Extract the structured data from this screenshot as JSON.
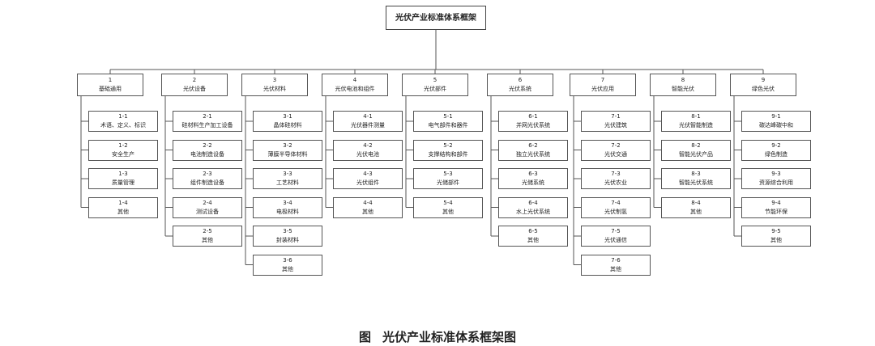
{
  "root": "光伏产业标准体系框架",
  "categories": [
    {
      "num": "1",
      "title": "基础通用",
      "children": [
        {
          "num": "1-1",
          "title": "术语、定义、标识"
        },
        {
          "num": "1-2",
          "title": "安全生产"
        },
        {
          "num": "1-3",
          "title": "质量管理"
        },
        {
          "num": "1-4",
          "title": "其他"
        }
      ]
    },
    {
      "num": "2",
      "title": "光伏设备",
      "children": [
        {
          "num": "2-1",
          "title": "硅材料生产加工设备"
        },
        {
          "num": "2-2",
          "title": "电池制造设备"
        },
        {
          "num": "2-3",
          "title": "组件制造设备"
        },
        {
          "num": "2-4",
          "title": "测试设备"
        },
        {
          "num": "2-5",
          "title": "其他"
        }
      ]
    },
    {
      "num": "3",
      "title": "光伏材料",
      "children": [
        {
          "num": "3-1",
          "title": "晶体硅材料"
        },
        {
          "num": "3-2",
          "title": "薄膜半导体材料"
        },
        {
          "num": "3-3",
          "title": "工艺材料"
        },
        {
          "num": "3-4",
          "title": "电极材料"
        },
        {
          "num": "3-5",
          "title": "封装材料"
        },
        {
          "num": "3-6",
          "title": "其他"
        }
      ]
    },
    {
      "num": "4",
      "title": "光伏电池和组件",
      "children": [
        {
          "num": "4-1",
          "title": "光伏器件测量"
        },
        {
          "num": "4-2",
          "title": "光伏电池"
        },
        {
          "num": "4-3",
          "title": "光伏组件"
        },
        {
          "num": "4-4",
          "title": "其他"
        }
      ]
    },
    {
      "num": "5",
      "title": "光伏部件",
      "children": [
        {
          "num": "5-1",
          "title": "电气部件和器件"
        },
        {
          "num": "5-2",
          "title": "支撑结构和部件"
        },
        {
          "num": "5-3",
          "title": "光储部件"
        },
        {
          "num": "5-4",
          "title": "其他"
        }
      ]
    },
    {
      "num": "6",
      "title": "光伏系统",
      "children": [
        {
          "num": "6-1",
          "title": "并网光伏系统"
        },
        {
          "num": "6-2",
          "title": "独立光伏系统"
        },
        {
          "num": "6-3",
          "title": "光储系统"
        },
        {
          "num": "6-4",
          "title": "水上光伏系统"
        },
        {
          "num": "6-5",
          "title": "其他"
        }
      ]
    },
    {
      "num": "7",
      "title": "光伏应用",
      "children": [
        {
          "num": "7-1",
          "title": "光伏建筑"
        },
        {
          "num": "7-2",
          "title": "光伏交通"
        },
        {
          "num": "7-3",
          "title": "光伏农业"
        },
        {
          "num": "7-4",
          "title": "光伏制氢"
        },
        {
          "num": "7-5",
          "title": "光伏通信"
        },
        {
          "num": "7-6",
          "title": "其他"
        }
      ]
    },
    {
      "num": "8",
      "title": "智能光伏",
      "children": [
        {
          "num": "8-1",
          "title": "光伏智能制造"
        },
        {
          "num": "8-2",
          "title": "智能光伏产品"
        },
        {
          "num": "8-3",
          "title": "智能光伏系统"
        },
        {
          "num": "8-4",
          "title": "其他"
        }
      ]
    },
    {
      "num": "9",
      "title": "绿色光伏",
      "children": [
        {
          "num": "9-1",
          "title": "碳达峰碳中和"
        },
        {
          "num": "9-2",
          "title": "绿色制造"
        },
        {
          "num": "9-3",
          "title": "资源综合利用"
        },
        {
          "num": "9-4",
          "title": "节能环保"
        },
        {
          "num": "9-5",
          "title": "其他"
        }
      ]
    }
  ],
  "caption": {
    "label": "图",
    "title": "光伏产业标准体系框架图"
  }
}
